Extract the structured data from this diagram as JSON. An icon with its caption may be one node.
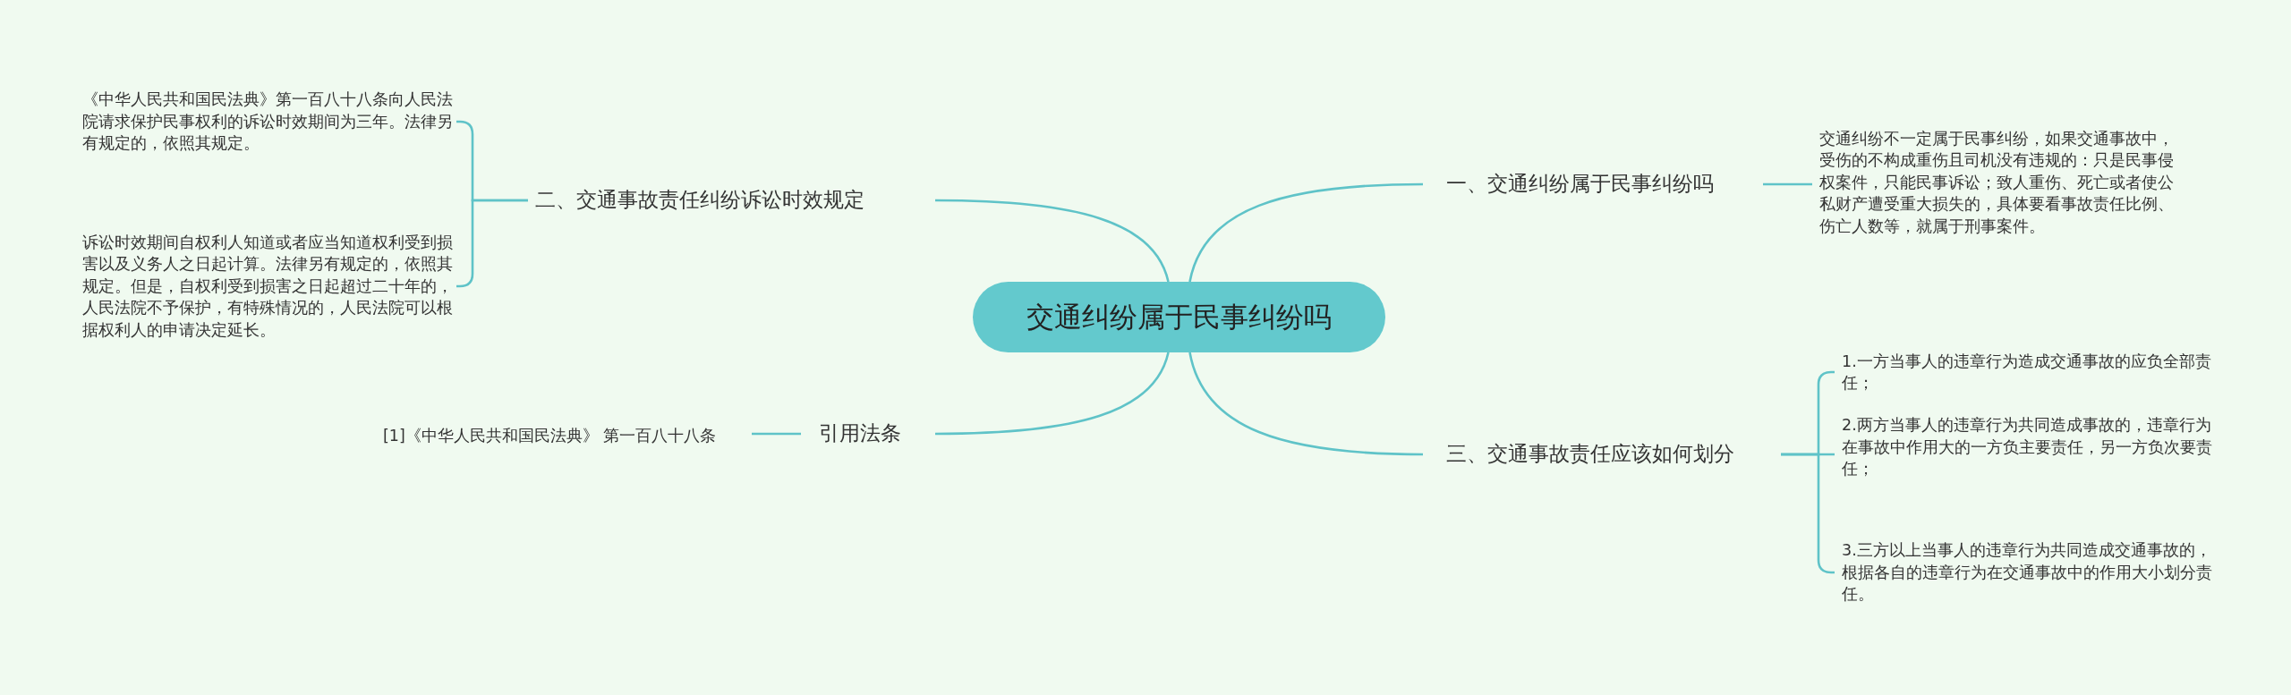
{
  "diagram": {
    "nodes": [
      {
        "text": [
          "交通纠纷属于民事纠纷吗"
        ]
      },
      {
        "text": [
          "一、交通纠纷属于民事纠纷吗"
        ]
      },
      {
        "text": [
          "交通纠纷不一定属于民事纠纷，如果交通事故中，受伤的不构成重伤且司机没有违规的：只是民事侵权案件，只能民事诉讼；致人重伤、死亡或者使公私财产遭受重大损失的，具体要看事故责任比例、伤亡人数等，就属于刑事案件。"
        ]
      },
      {
        "text": [
          "三、交通事故责任应该如何划分"
        ]
      },
      {
        "text": [
          "1.一方当事人的违章行为造成交通事故的应负全部责任；"
        ]
      },
      {
        "text": [
          "2.两方当事人的违章行为共同造成事故的，违章行为在事故中作用大的一方负主要责任，另一方负次要责任；"
        ]
      },
      {
        "text": [
          "3.三方以上当事人的违章行为共同造成交通事故的，根据各自的违章行为在交通事故中的作用大小划分责任。"
        ]
      },
      {
        "text": [
          "二、交通事故责任纠纷诉讼时效规定"
        ]
      },
      {
        "text": [
          "《中华人民共和国民法典》第一百八十八条向人民法院请求保护民事权利的诉讼时效期间为三年。法律另有规定的，依照其规定。"
        ]
      },
      {
        "text": [
          "诉讼时效期间自权利人知道或者应当知道权利受到损害以及义务人之日起计算。法律另有规定的，依照其规定。但是，自权利受到损害之日起超过二十年的，人民法院不予保护，有特殊情况的，人民法院可以根据权利人的申请决定延长。"
        ]
      },
      {
        "text": [
          "引用法条"
        ]
      },
      {
        "text": [
          "[1]《中华人民共和国民法典》 第一百八十八条"
        ]
      }
    ],
    "edges": [
      {
        "from": 0,
        "to": 1,
        "arrow": "none"
      },
      {
        "from": 1,
        "to": 2,
        "arrow": "none"
      },
      {
        "from": 0,
        "to": 3,
        "arrow": "none"
      },
      {
        "from": 3,
        "to": 4,
        "arrow": "none"
      },
      {
        "from": 3,
        "to": 5,
        "arrow": "none"
      },
      {
        "from": 3,
        "to": 6,
        "arrow": "none"
      },
      {
        "from": 0,
        "to": 7,
        "arrow": "none"
      },
      {
        "from": 7,
        "to": 8,
        "arrow": "none"
      },
      {
        "from": 7,
        "to": 9,
        "arrow": "none"
      },
      {
        "from": 0,
        "to": 10,
        "arrow": "none"
      },
      {
        "from": 10,
        "to": 11,
        "arrow": "none"
      }
    ]
  }
}
